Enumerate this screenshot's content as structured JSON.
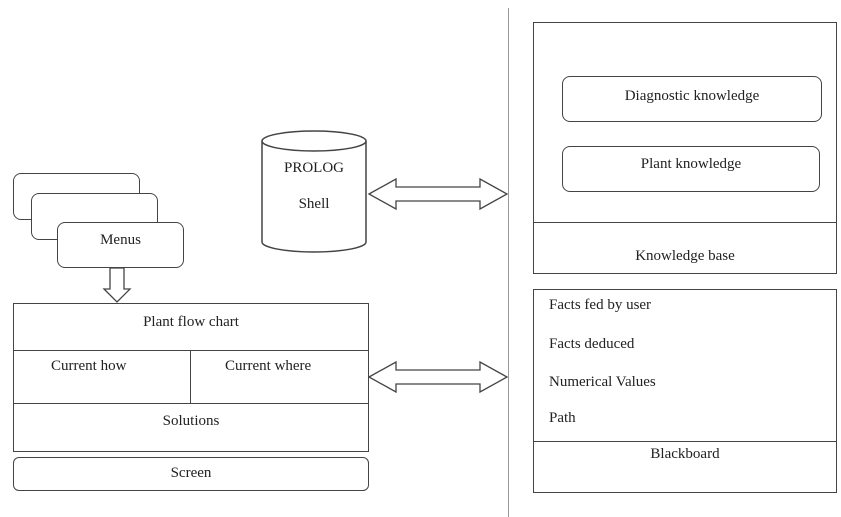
{
  "prolog": {
    "line1": "PROLOG",
    "line2": "Shell"
  },
  "menus": {
    "label": "Menus"
  },
  "screen": {
    "title": "Plant flow chart",
    "current_how": "Current how",
    "current_where": "Current where",
    "solutions": "Solutions",
    "footer": "Screen"
  },
  "knowledge_base": {
    "diagnostic": "Diagnostic knowledge",
    "plant": "Plant knowledge",
    "label": "Knowledge base"
  },
  "blackboard": {
    "items": [
      "Facts fed by user",
      "Facts deduced",
      "Numerical Values",
      "Path"
    ],
    "label": "Blackboard"
  }
}
